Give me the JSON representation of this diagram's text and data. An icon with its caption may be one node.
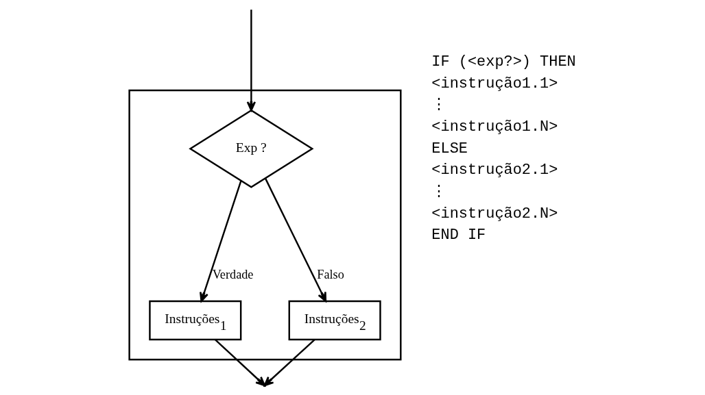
{
  "diagram": {
    "nodes": [
      {
        "text": [],
        "shape": "box"
      },
      {
        "text": [
          "Exp ?"
        ],
        "in": 0
      },
      {
        "text": [
          "Instruções$_{1}$"
        ],
        "in": 0
      },
      {
        "text": [
          "Instruções$_{2}$"
        ],
        "in": 0
      }
    ],
    "edges": [
      {
        "from": null,
        "to": 1,
        "arrow": "to"
      },
      {
        "from": 1,
        "to": 2,
        "arrow": "to",
        "label": "Verdade"
      },
      {
        "from": 1,
        "to": 3,
        "arrow": "to",
        "label": "Falso"
      },
      {
        "from": 2,
        "to": null,
        "arrow": "to"
      },
      {
        "from": 3,
        "to": null,
        "arrow": "to"
      }
    ],
    "labels": [
      "IF (<exp?>) THEN",
      "<instrução1.1>",
      "⋮",
      "<instrução1.N>",
      "ELSE",
      "<instrução2.1>",
      "⋮",
      "<instrução2.N>",
      "END IF"
    ]
  }
}
